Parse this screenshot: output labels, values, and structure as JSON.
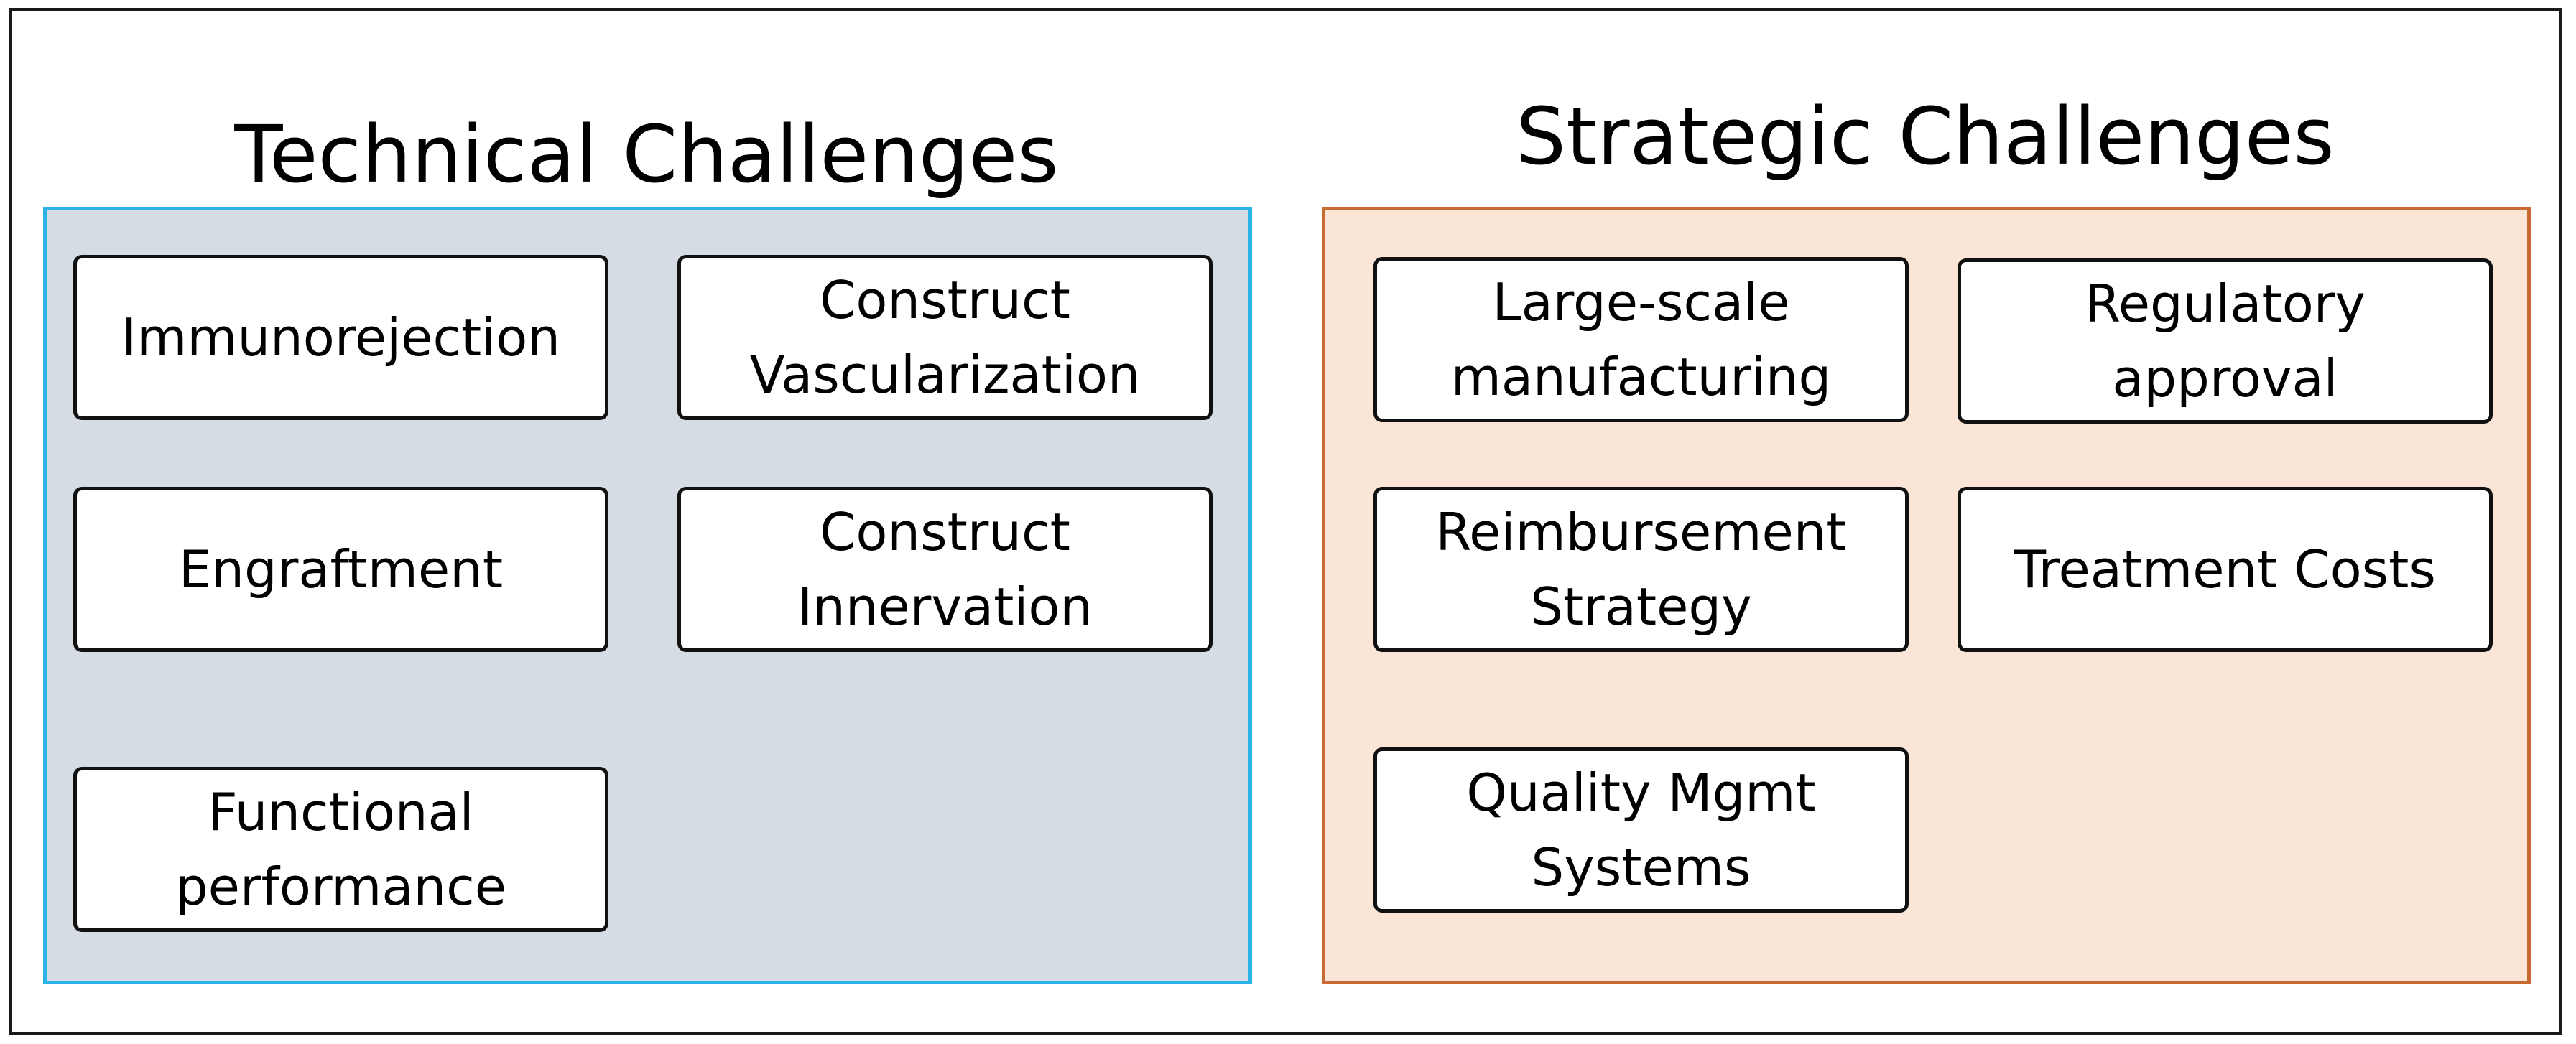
{
  "colors": {
    "frame_border": "#1a1a1a",
    "technical_panel_fill": "#d6dce4",
    "technical_panel_border": "#2ab3e6",
    "strategic_panel_fill": "#fbe5d6",
    "strategic_panel_border": "#c96a32",
    "card_fill": "#ffffff",
    "card_border": "#111111"
  },
  "technical": {
    "title": "Technical Challenges",
    "cards": [
      "Immunorejection",
      "Construct\nVascularization",
      "Engraftment",
      "Construct\nInnervation",
      "Functional\nperformance"
    ]
  },
  "strategic": {
    "title": "Strategic Challenges",
    "cards": [
      "Large-scale\nmanufacturing",
      "Regulatory\napproval",
      "Reimbursement\nStrategy",
      "Treatment Costs",
      "Quality Mgmt\nSystems"
    ]
  }
}
